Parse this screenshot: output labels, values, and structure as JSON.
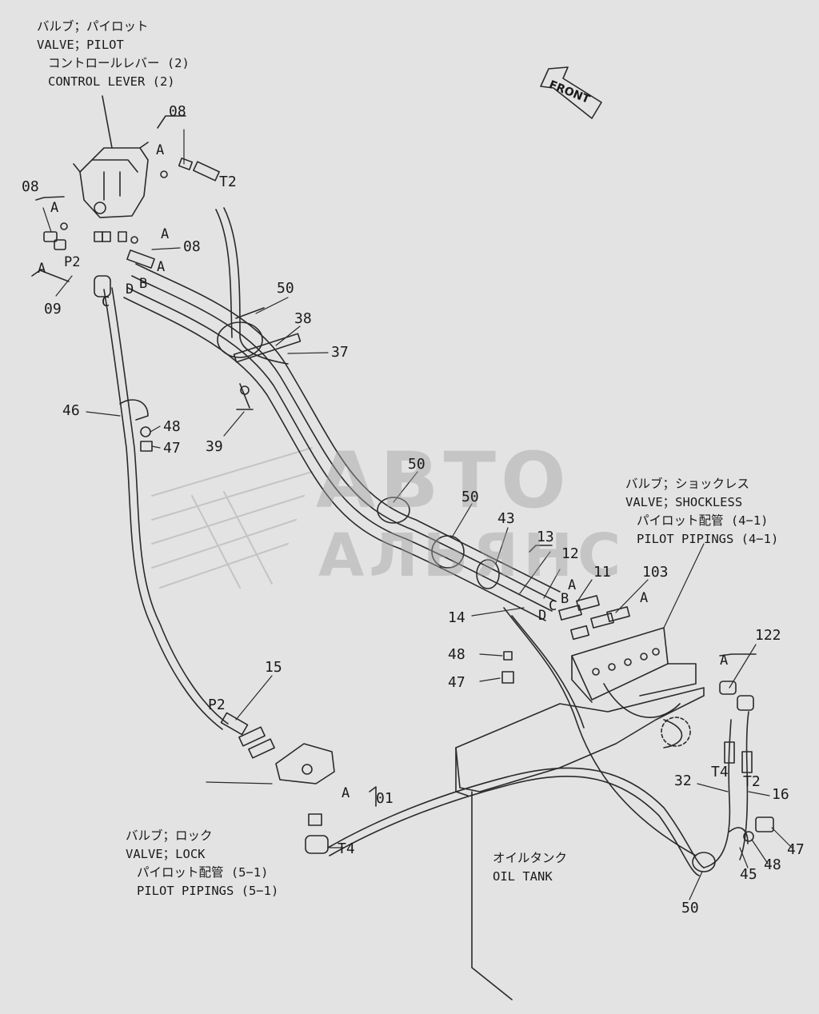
{
  "watermark": {
    "line1": "АВТО",
    "line2": "АЛЬЯНС"
  },
  "front_label": "FRONT",
  "blocks": {
    "pilot_valve": {
      "jp": "バルブ；パイロット",
      "en": "VALVE；PILOT",
      "sub_jp": "コントロールレバー (2)",
      "sub_en": "CONTROL LEVER (2)"
    },
    "shockless_valve": {
      "jp": "バルブ；ショックレス",
      "en": "VALVE；SHOCKLESS",
      "sub_jp": "パイロット配管 (4−1)",
      "sub_en": "PILOT PIPINGS (4−1)"
    },
    "lock_valve": {
      "jp": "バルブ；ロック",
      "en": "VALVE；LOCK",
      "sub_jp": "パイロット配管 (5−1)",
      "sub_en": "PILOT PIPINGS (5−1)"
    },
    "oil_tank": {
      "jp": "オイルタンク",
      "en": "OIL TANK"
    }
  },
  "part_numbers": {
    "p08a": "08",
    "p08b": "08",
    "p08c": "08",
    "p09": "09",
    "pT2a": "T2",
    "p50a": "50",
    "p38": "38",
    "p37": "37",
    "p39": "39",
    "p46": "46",
    "p48a": "48",
    "p47a": "47",
    "p50b": "50",
    "p50c": "50",
    "p43": "43",
    "p13": "13",
    "p12": "12",
    "p11": "11",
    "p103": "103",
    "p14": "14",
    "p48b": "48",
    "p47b": "47",
    "p15": "15",
    "pP2b": "P2",
    "p01": "01",
    "pT4a": "T4",
    "p122": "122",
    "p32": "32",
    "pT4b": "T4",
    "pT2b": "T2",
    "p16": "16",
    "p47c": "47",
    "p48c": "48",
    "p45": "45",
    "p50d": "50"
  },
  "port_letters": {
    "a1": "A",
    "a2": "A",
    "a3": "A",
    "a4": "A",
    "a5": "A",
    "pP2a": "P2",
    "d1": "D",
    "b1": "B",
    "c1": "C",
    "a6": "A",
    "b2": "B",
    "c2": "C",
    "d2": "D",
    "a7": "A",
    "a8": "A",
    "a9": "A"
  }
}
